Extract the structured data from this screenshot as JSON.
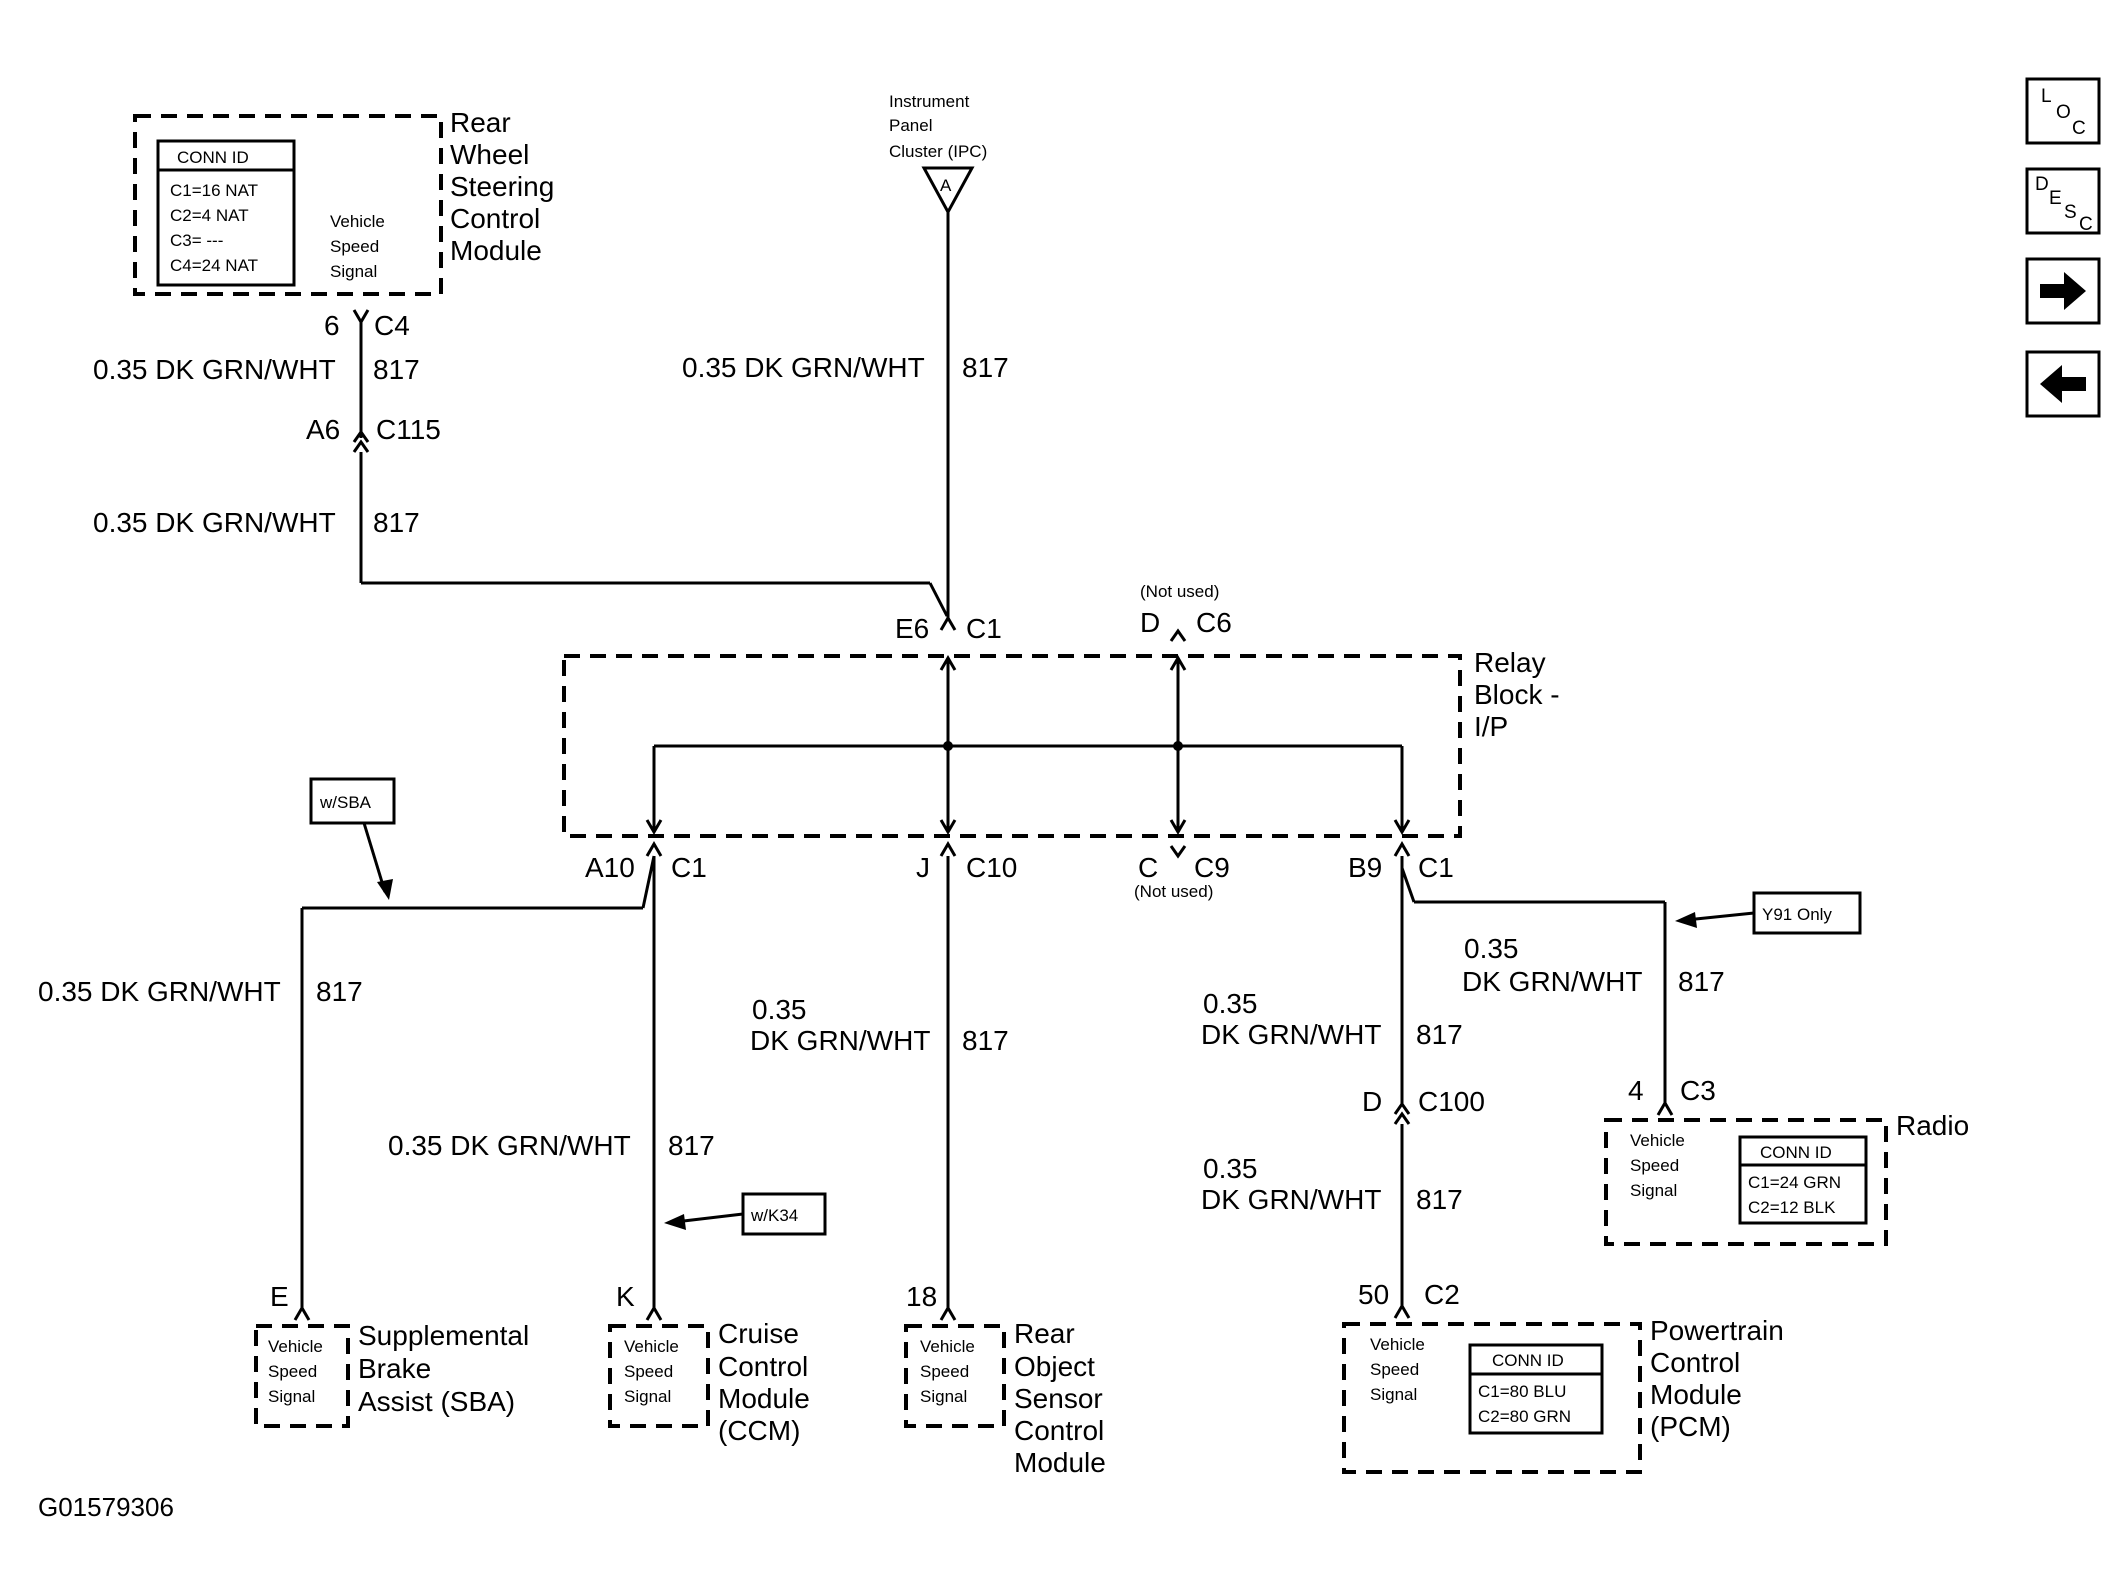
{
  "footer_id": "G01579306",
  "nav": {
    "loc": [
      "L",
      "O",
      "C"
    ],
    "desc": [
      "D",
      "E",
      "S",
      "C"
    ],
    "next_icon": "arrow-right-icon",
    "prev_icon": "arrow-left-icon"
  },
  "common": {
    "wire_size": "0.35",
    "wire_color": "DK GRN/WHT",
    "wire_full": "0.35 DK GRN/WHT",
    "circuit": "817",
    "vss": [
      "Vehicle",
      "Speed",
      "Signal"
    ],
    "conn_id": "CONN ID",
    "not_used": "(Not used)"
  },
  "modules": {
    "rwsc": {
      "name": [
        "Rear",
        "Wheel",
        "Steering",
        "Control",
        "Module"
      ],
      "conn": [
        "C1=16 NAT",
        "C2=4 NAT",
        "C3= ---",
        "C4=24 NAT"
      ],
      "pin": "6",
      "connector": "C4"
    },
    "ipc": {
      "name": [
        "Instrument",
        "Panel",
        "Cluster (IPC)"
      ],
      "pin": "A"
    },
    "relay": {
      "name": [
        "Relay",
        "Block -",
        "I/P"
      ]
    },
    "sba": {
      "name": [
        "Supplemental",
        "Brake",
        "Assist (SBA)"
      ],
      "pin": "E",
      "option": "w/SBA"
    },
    "ccm": {
      "name": [
        "Cruise",
        "Control",
        "Module",
        "(CCM)"
      ],
      "pin": "K",
      "option": "w/K34"
    },
    "ros": {
      "name": [
        "Rear",
        "Object",
        "Sensor",
        "Control",
        "Module"
      ],
      "pin": "18"
    },
    "radio": {
      "name": "Radio",
      "pin": "4",
      "connector": "C3",
      "option": "Y91 Only",
      "conn": [
        "C1=24 GRN",
        "C2=12 BLK"
      ]
    },
    "pcm": {
      "name": [
        "Powertrain",
        "Control",
        "Module",
        "(PCM)"
      ],
      "pin": "50",
      "connector": "C2",
      "conn": [
        "C1=80 BLU",
        "C2=80 GRN"
      ]
    }
  },
  "connectors": {
    "c115": {
      "pin": "A6",
      "name": "C115"
    },
    "e6": {
      "pin": "E6",
      "name": "C1"
    },
    "c6": {
      "pin": "D",
      "name": "C6"
    },
    "a10": {
      "pin": "A10",
      "name": "C1"
    },
    "c10": {
      "pin": "J",
      "name": "C10"
    },
    "c9": {
      "pin": "C",
      "name": "C9"
    },
    "b9": {
      "pin": "B9",
      "name": "C1"
    },
    "c100": {
      "pin": "D",
      "name": "C100"
    }
  }
}
